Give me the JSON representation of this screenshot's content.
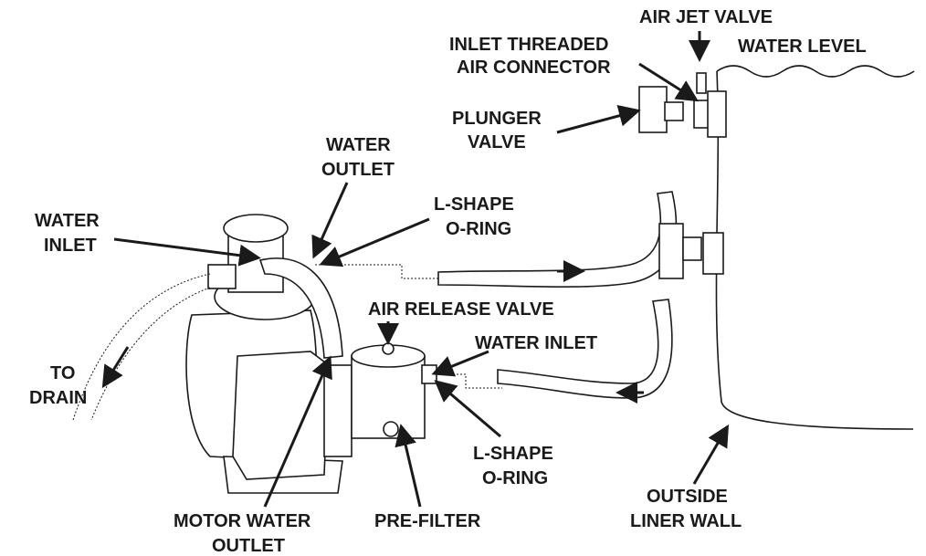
{
  "labels": {
    "air_jet_valve": "AIR JET VALVE",
    "inlet_threaded_1": "INLET THREADED",
    "inlet_threaded_2": "AIR CONNECTOR",
    "water_level": "WATER LEVEL",
    "plunger_1": "PLUNGER",
    "plunger_2": "VALVE",
    "water_outlet_1": "WATER",
    "water_outlet_2": "OUTLET",
    "lshape_top_1": "L-SHAPE",
    "lshape_top_2": "O-RING",
    "water_inlet_left_1": "WATER",
    "water_inlet_left_2": "INLET",
    "air_release_valve": "AIR RELEASE VALVE",
    "water_inlet_right": "WATER INLET",
    "to_drain_1": "TO",
    "to_drain_2": "DRAIN",
    "lshape_bottom_1": "L-SHAPE",
    "lshape_bottom_2": "O-RING",
    "outside_liner_1": "OUTSIDE",
    "outside_liner_2": "LINER WALL",
    "motor_outlet_1": "MOTOR WATER",
    "motor_outlet_2": "OUTLET",
    "pre_filter": "PRE-FILTER"
  }
}
